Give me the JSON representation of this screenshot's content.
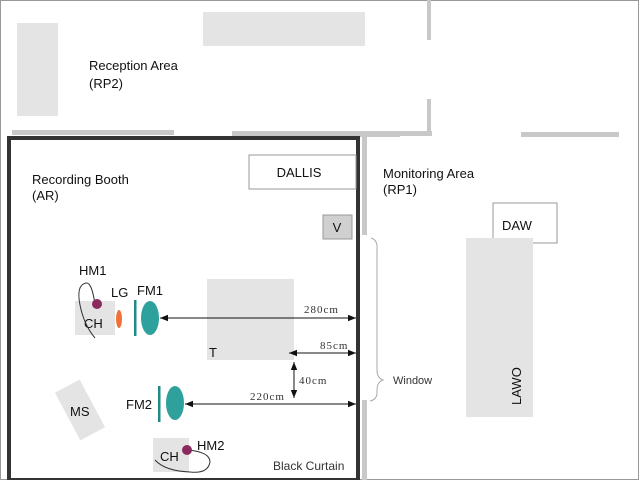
{
  "areas": {
    "reception": {
      "name": "Reception Area",
      "code": "(RP2)"
    },
    "booth": {
      "name": "Recording Booth",
      "code": "(AR)"
    },
    "monitoring": {
      "name": "Monitoring Area",
      "code": "(RP1)"
    }
  },
  "equipment": {
    "dallis": "DALLIS",
    "v": "V",
    "daw": "DAW",
    "lawo": "LAWO",
    "table": "T",
    "ms": "MS",
    "chair1": "CH",
    "chair2": "CH",
    "hm1": "HM1",
    "hm2": "HM2",
    "lg": "LG",
    "fm1": "FM1",
    "fm2": "FM2"
  },
  "dimensions": {
    "fm1_to_wall": "280cm",
    "table_to_wall": "85cm",
    "table_gap": "40cm",
    "fm2_to_wall": "220cm"
  },
  "annotations": {
    "window": "Window",
    "curtain": "Black Curtain"
  },
  "colors": {
    "wall_light": "#c8c8c8",
    "wall_dark": "#333333",
    "furniture": "#e4e4e4",
    "mic": "#2fa19c",
    "mic_stand": "#1f8a86",
    "headset": "#8a2a5e",
    "lg": "#f07038"
  }
}
